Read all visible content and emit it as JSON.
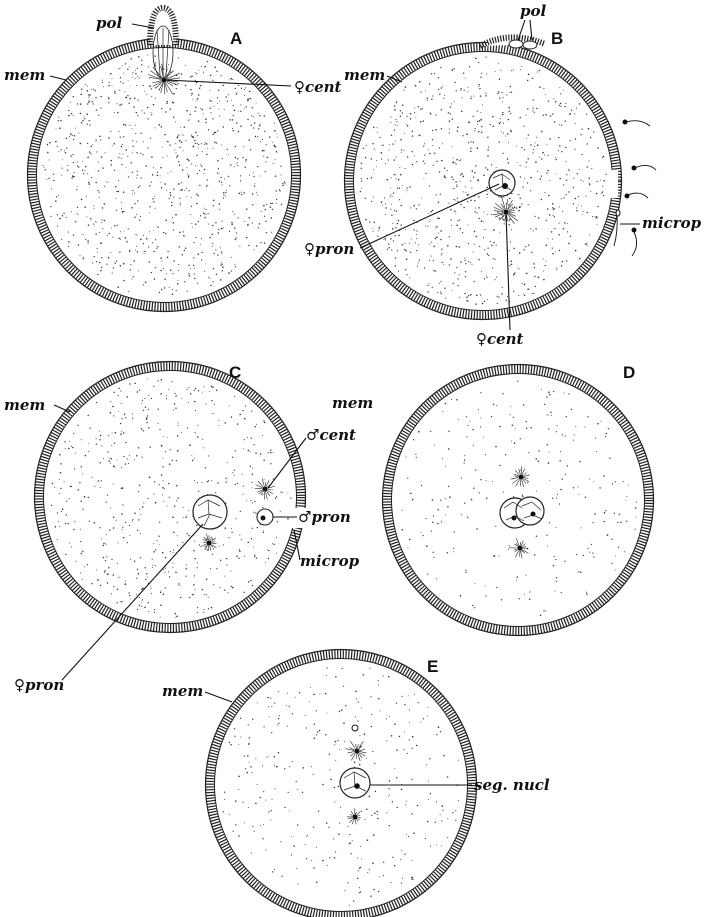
{
  "panels": {
    "A": {
      "letter": "A",
      "mem": "mem",
      "pol": "pol",
      "female_cent": "♀cent"
    },
    "B": {
      "letter": "B",
      "mem": "mem",
      "pol": "pol",
      "microp": "microp",
      "female_pron": "♀pron",
      "female_cent": "♀cent"
    },
    "C": {
      "letter": "C",
      "mem": "mem",
      "male_cent": "♂cent",
      "male_pron": "♂pron",
      "microp": "microp",
      "female_pron": "♀pron"
    },
    "D": {
      "letter": "D",
      "mem": "mem"
    },
    "E": {
      "letter": "E",
      "mem": "mem",
      "seg_nucl": "seg. nucl"
    }
  },
  "colors": {
    "ink": "#111111",
    "paper": "#ffffff"
  }
}
